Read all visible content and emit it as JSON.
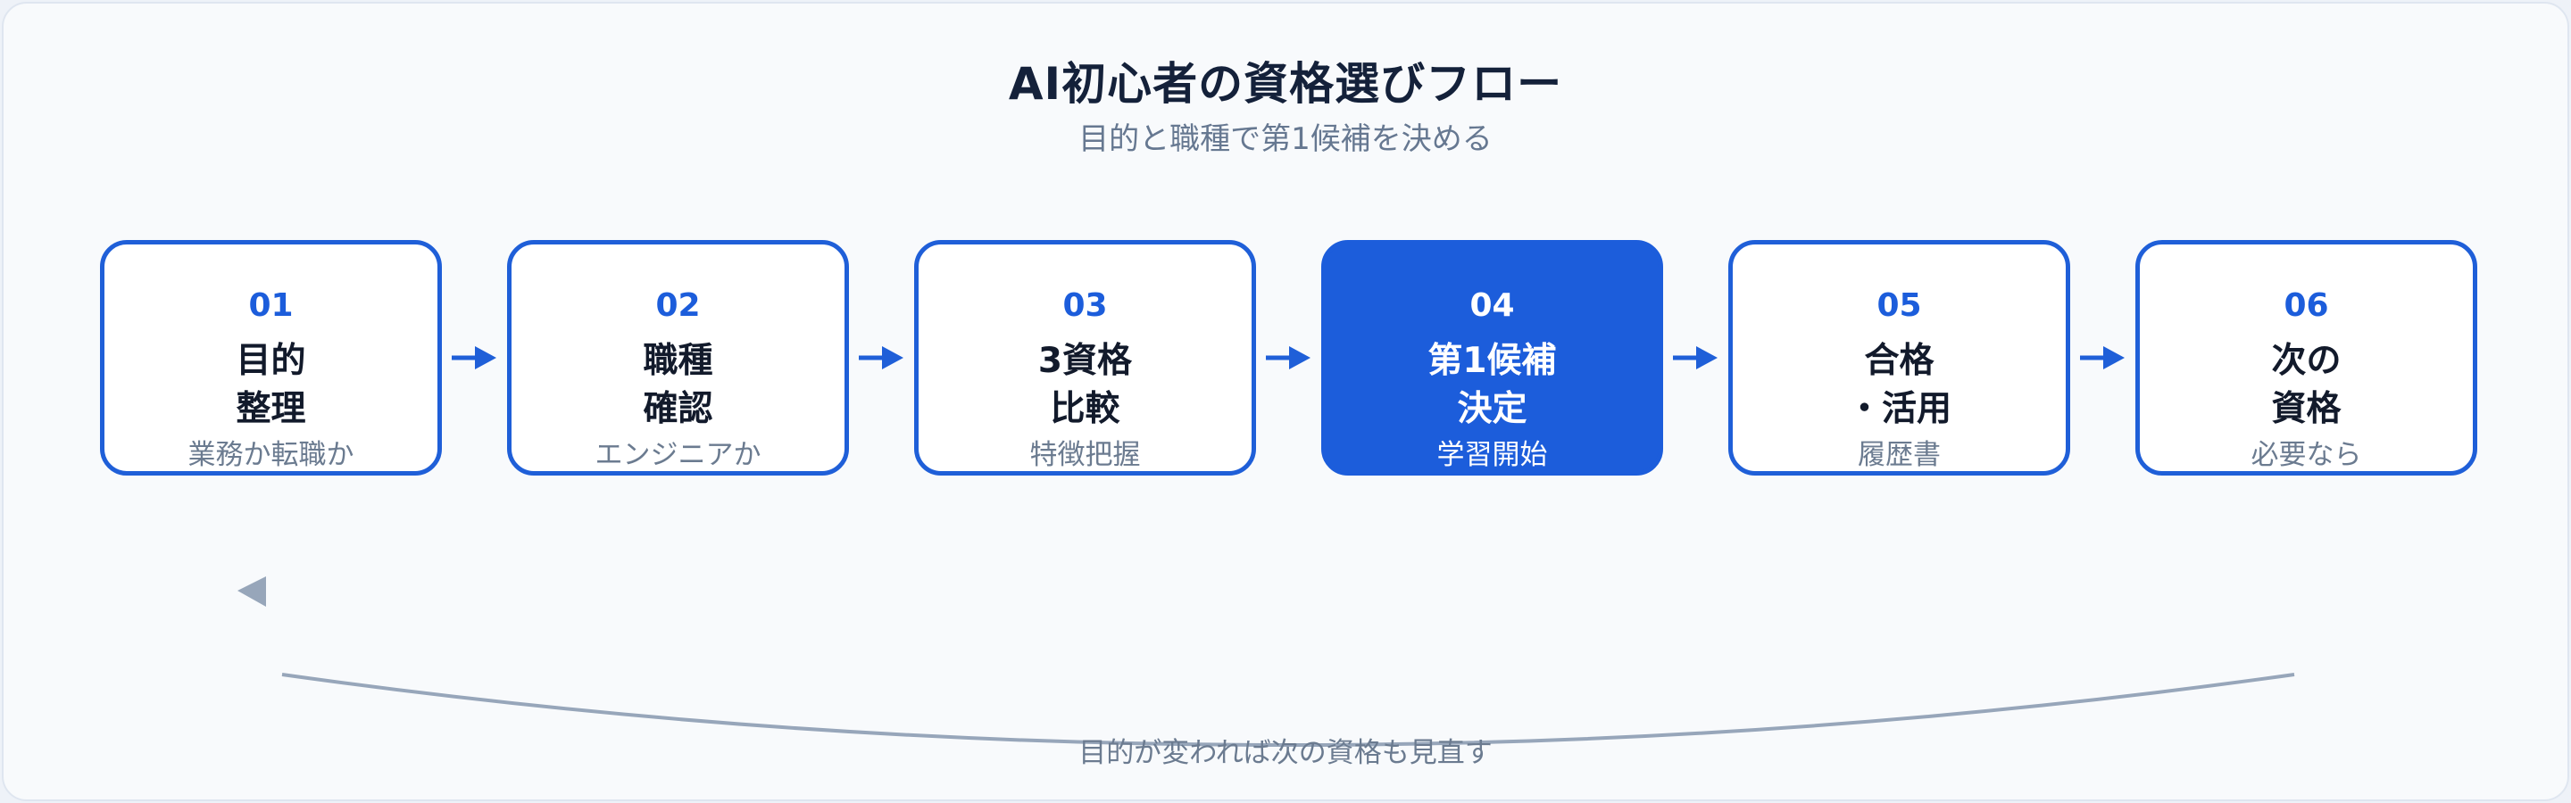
{
  "diagram": {
    "title": "AI初心者の資格選びフロー",
    "subtitle": "目的と職種で第1候補を決める",
    "steps": [
      {
        "num": "01",
        "label_line1": "目的",
        "label_line2": "整理",
        "note": "業務か転職か"
      },
      {
        "num": "02",
        "label_line1": "職種",
        "label_line2": "確認",
        "note": "エンジニアか"
      },
      {
        "num": "03",
        "label_line1": "3資格",
        "label_line2": "比較",
        "note": "特徴把握"
      },
      {
        "num": "04",
        "label_line1": "第1候補",
        "label_line2": "決定",
        "note": "学習開始"
      },
      {
        "num": "05",
        "label_line1": "合格",
        "label_line2": "・活用",
        "note": "履歴書"
      },
      {
        "num": "06",
        "label_line1": "次の",
        "label_line2": "資格",
        "note": "必要なら"
      }
    ],
    "active_step": "04",
    "loop_label": "目的が変われば次の資格も見直す"
  },
  "colors": {
    "accent": "#1c5ddb",
    "border": "#1f5fd8",
    "text_dark": "#121a2b",
    "text_muted": "#6b7b90",
    "loop_line": "#97a6ba",
    "background": "#f8fafc"
  }
}
